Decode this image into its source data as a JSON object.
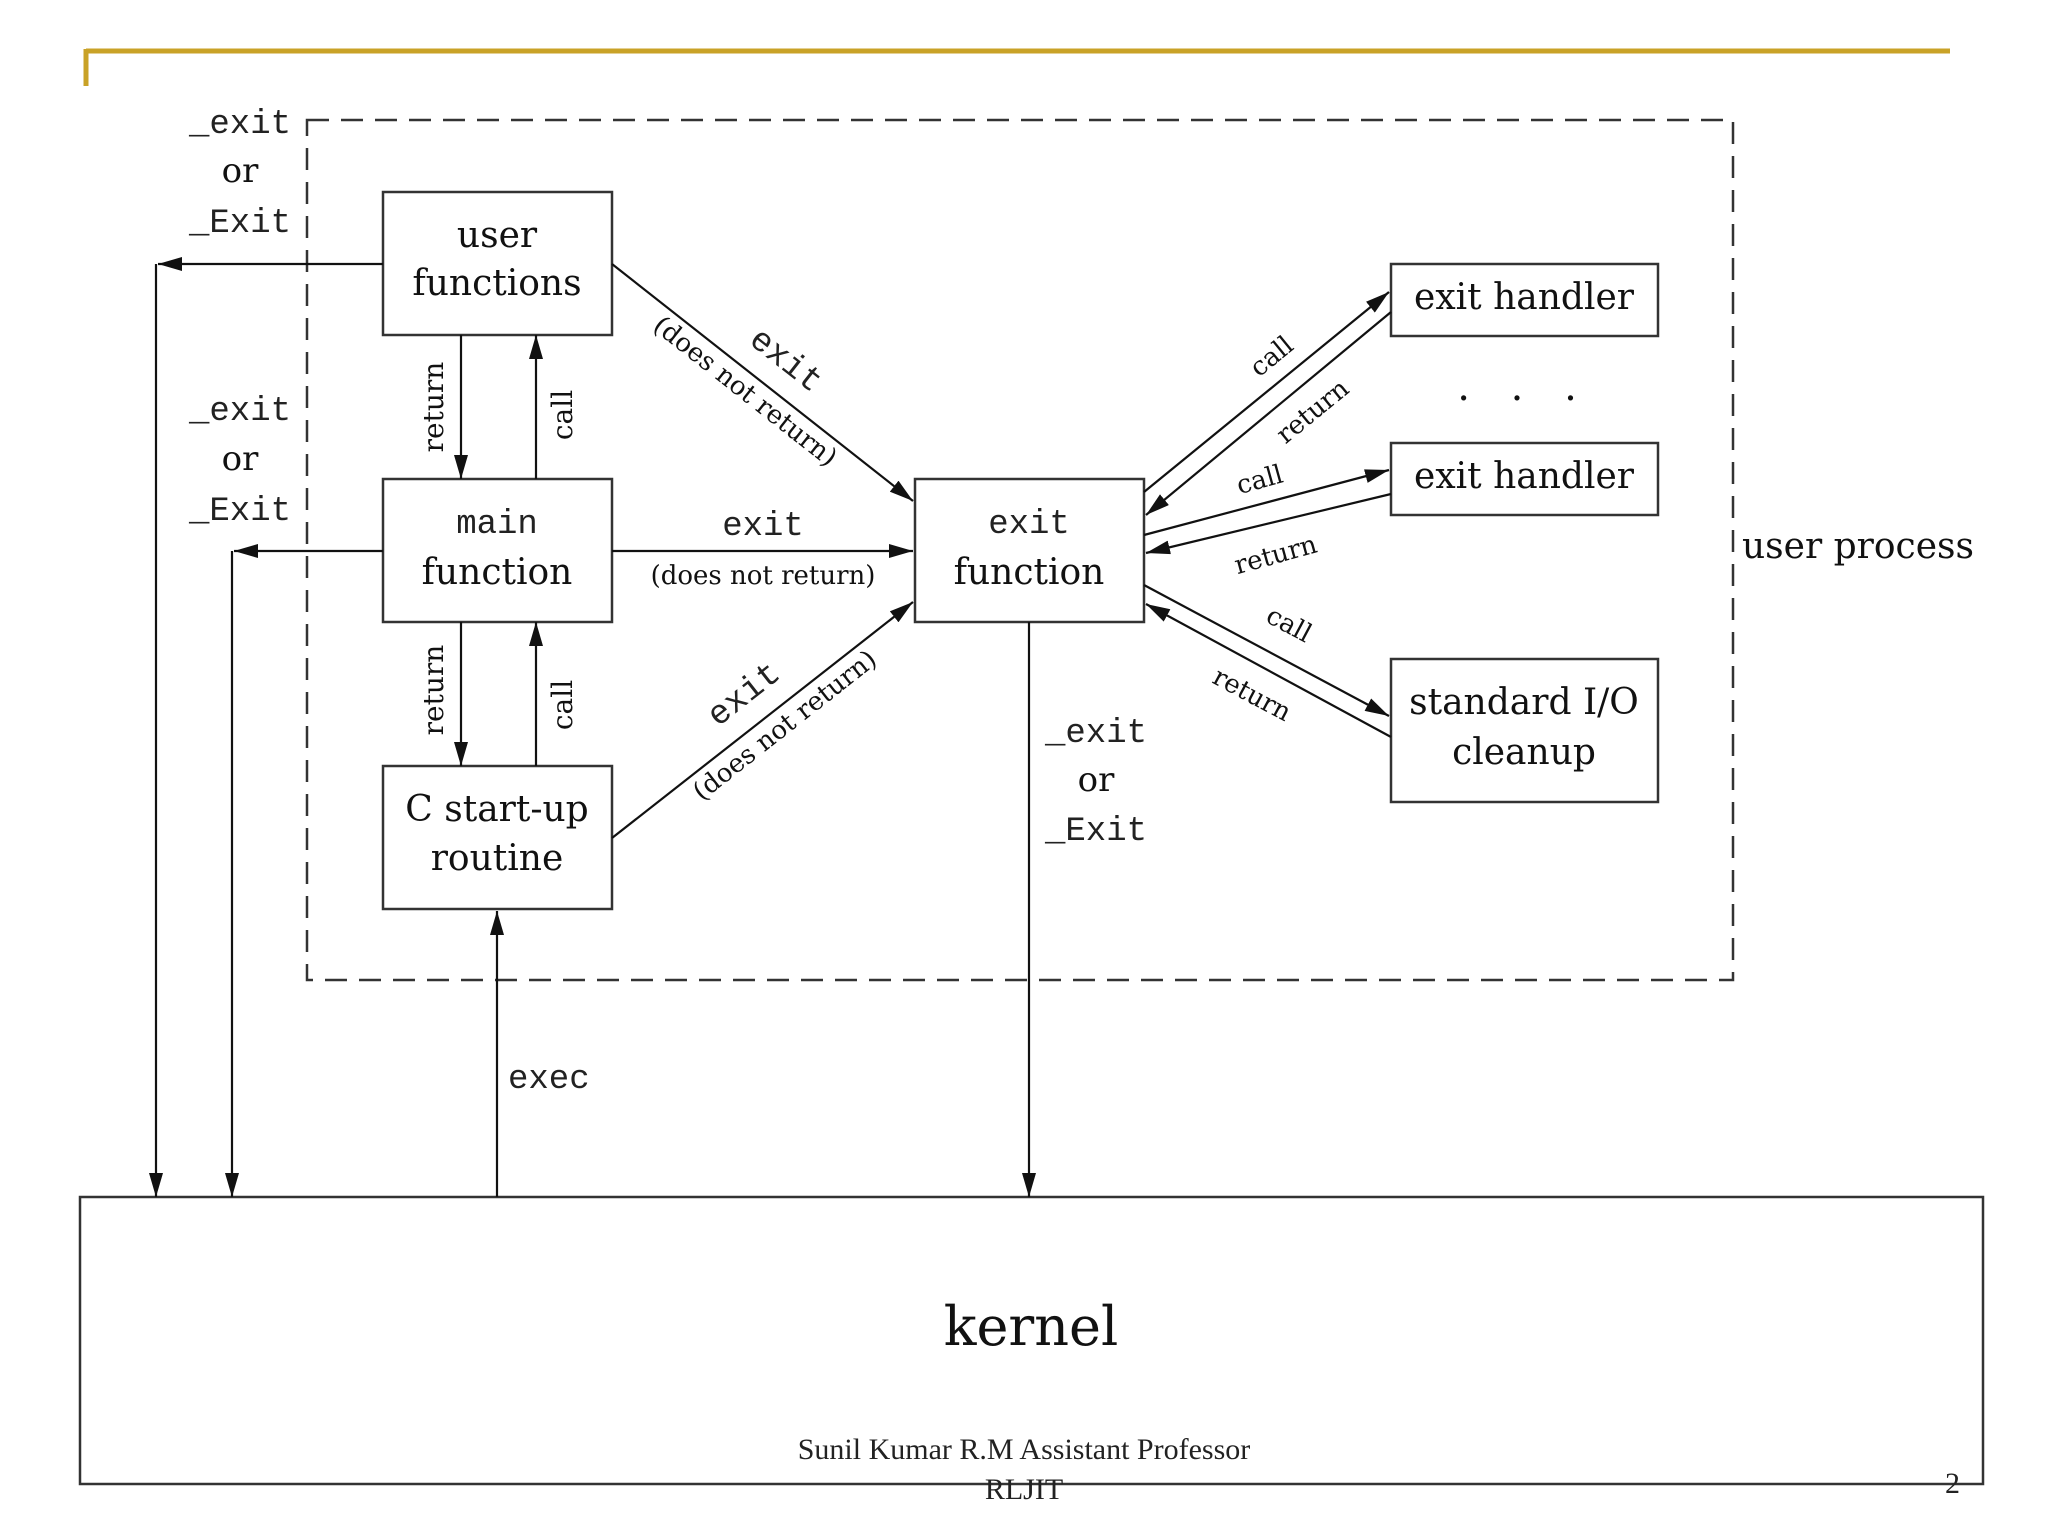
{
  "theme": {
    "accent_rule": "#c9a227",
    "ink": "#111111"
  },
  "labels": {
    "exit_or_Exit_1": {
      "a": "_exit",
      "b": "or",
      "c": "_Exit"
    },
    "exit_or_Exit_2": {
      "a": "_exit",
      "b": "or",
      "c": "_Exit"
    },
    "exit_or_Exit_3": {
      "a": "_exit",
      "b": "or",
      "c": "_Exit"
    },
    "user_process": "user process",
    "exec": "exec",
    "return": "return",
    "call": "call",
    "exit": "exit",
    "does_not_return": "(does not return)",
    "dots": ". . ."
  },
  "boxes": {
    "user_functions": {
      "line1": "user",
      "line2": "functions"
    },
    "main_function": {
      "line1": "main",
      "line2": "function"
    },
    "startup": {
      "line1": "C start-up",
      "line2": "routine"
    },
    "exit_function": {
      "line1": "exit",
      "line2": "function"
    },
    "exit_handler_1": "exit handler",
    "exit_handler_2": "exit handler",
    "stdio": {
      "line1": "standard I/O",
      "line2": "cleanup"
    },
    "kernel": "kernel"
  },
  "footer": {
    "author": "Sunil Kumar R.M   Assistant Professor",
    "org": "RLJIT",
    "page": "2"
  }
}
